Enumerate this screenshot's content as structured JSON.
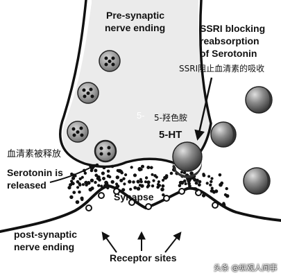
{
  "labels": {
    "pre_line1": "Pre-synaptic",
    "pre_line2": "nerve ending",
    "ssri_line1": "SSRI blocking",
    "ssri_line2": "reabsorption",
    "ssri_line3": "of Serotonin",
    "ssri_cn": "SSRI阻止血清素的吸收",
    "ht_cn": "5-羟色胺",
    "ht": "5-HT",
    "five": "5-",
    "released_cn": "血清素被释放",
    "released_line1": "Serotonin is",
    "released_line2": "released",
    "synapse": "Synapse",
    "post_line1": "post-synaptic",
    "post_line2": "nerve ending",
    "receptor": "Receptor sites",
    "watermark": "头条 @纵观人间事"
  },
  "colors": {
    "background": "#ffffff",
    "terminal_fill": "#e8e8e8",
    "ink": "#111111",
    "vesicle_gray": "#8a8a8a",
    "ssri_ball": "#6d6d6d"
  },
  "icons": {
    "vesicle": "vesicle-icon",
    "ssri": "ssri-molecule-icon",
    "receptor": "receptor-site-icon",
    "arrow": "arrow-icon"
  }
}
